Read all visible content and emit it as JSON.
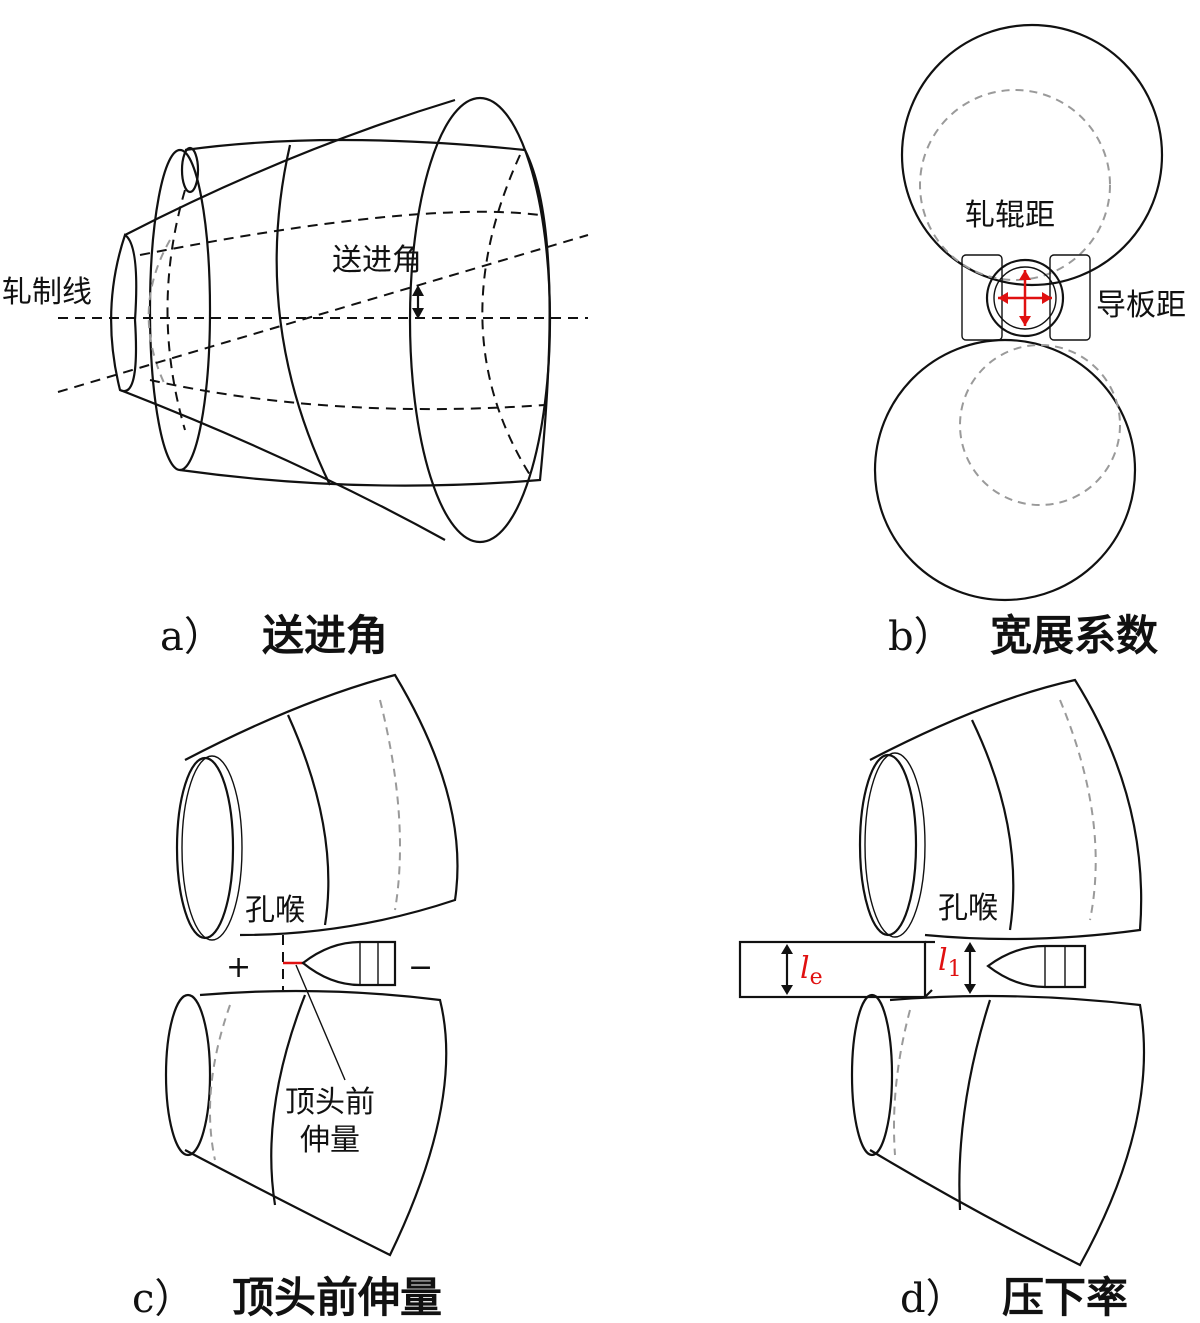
{
  "panel_a": {
    "label_rolling_line": "轧制线",
    "label_feed_angle": "送进角",
    "caption_letter": "a）",
    "caption_text": "送进角"
  },
  "panel_b": {
    "label_roll_gap": "轧辊距",
    "label_guide_gap": "导板距",
    "caption_letter": "b）",
    "caption_text": "宽展系数"
  },
  "panel_c": {
    "label_throat": "孔喉",
    "label_plus": "+",
    "label_minus": "−",
    "label_plug_advance_line1": "顶头前",
    "label_plug_advance_line2": "伸量",
    "caption_letter": "c）",
    "caption_text": "顶头前伸量"
  },
  "panel_d": {
    "label_throat": "孔喉",
    "symbol_le_base": "l",
    "symbol_le_sub": "e",
    "symbol_l1_base": "l",
    "symbol_l1_sub": "1",
    "caption_letter": "d）",
    "caption_text": "压下率"
  },
  "colors": {
    "line": "#111111",
    "accent": "#e01010",
    "hidden": "#9a9a9a"
  }
}
